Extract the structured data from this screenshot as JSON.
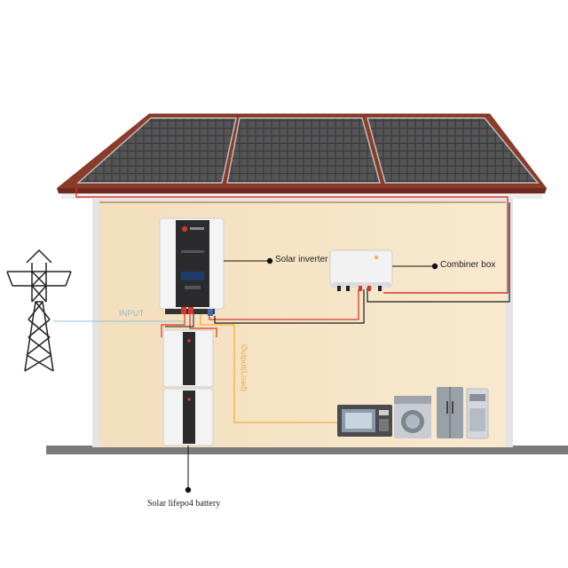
{
  "labels": {
    "solar_inverter": "Solar inverter",
    "combiner_box": "Combiner box",
    "input": "INPUT",
    "output_load": "Output(Load)",
    "battery": "Solar lifepo4 battery"
  },
  "colors": {
    "wall": "#f7e6c8",
    "roof_trim": "#8a3b2a",
    "panel": "#2f2f33",
    "wire_red": "#d9372b",
    "wire_black": "#1a1a1a",
    "wire_orange": "#f0b13c",
    "wire_blue": "#8fc1dc",
    "ground": "#7b7b7b"
  }
}
